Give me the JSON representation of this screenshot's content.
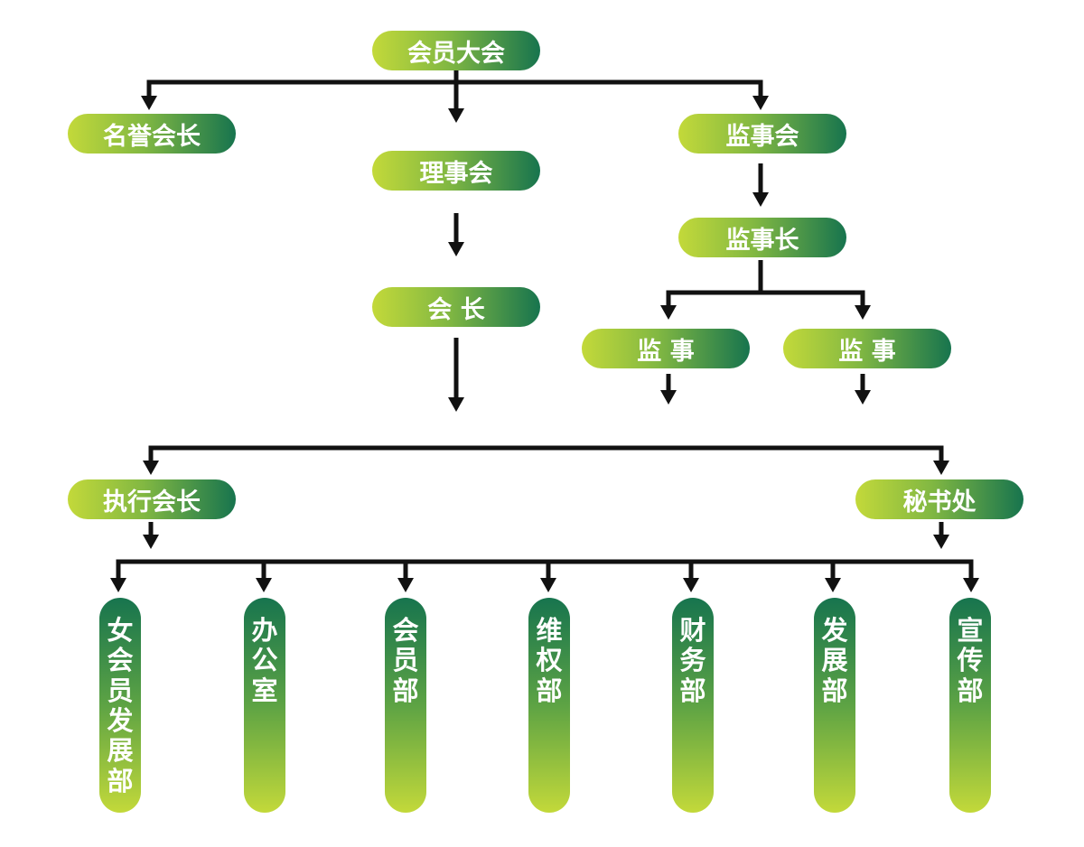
{
  "nodes": {
    "assembly": "会员大会",
    "honorary_president": "名誉会长",
    "council": "理事会",
    "supervisory_board": "监事会",
    "chief_supervisor": "监事长",
    "president": "会 长",
    "supervisor_1": "监 事",
    "supervisor_2": "监 事",
    "executive_president": "执行会长",
    "secretariat": "秘书处"
  },
  "departments": [
    "女会员发展部",
    "办公室",
    "会员部",
    "维权部",
    "财务部",
    "发展部",
    "宣传部"
  ],
  "colors": {
    "gradient_light": "#c3d93a",
    "gradient_mid": "#82b842",
    "gradient_dark": "#17744e",
    "line": "#111111",
    "text": "#ffffff"
  }
}
